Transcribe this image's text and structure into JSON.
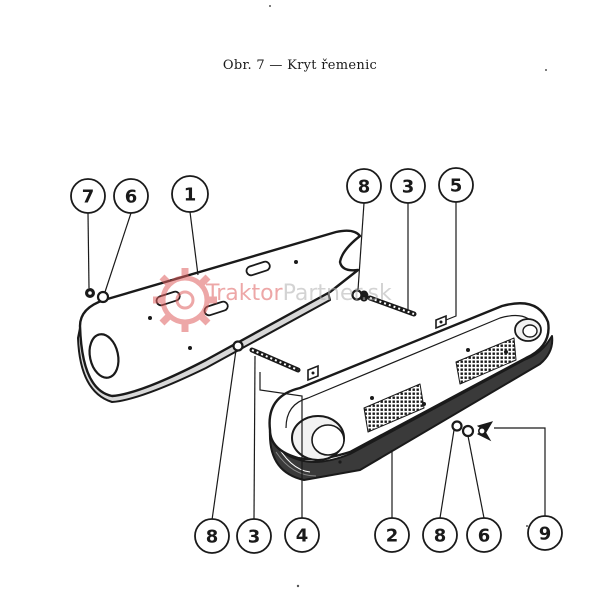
{
  "caption": "Obr. 7 — Kryt řemenic",
  "watermark": {
    "brand": "Traktor",
    "rest": "Partner.sk",
    "color": "#e06060"
  },
  "callouts": [
    "7",
    "6",
    "1",
    "8",
    "3",
    "5",
    "8",
    "3",
    "4",
    "2",
    "8",
    "6",
    "9"
  ],
  "colors": {
    "ink": "#1a1a1a",
    "paper": "#ffffff"
  }
}
